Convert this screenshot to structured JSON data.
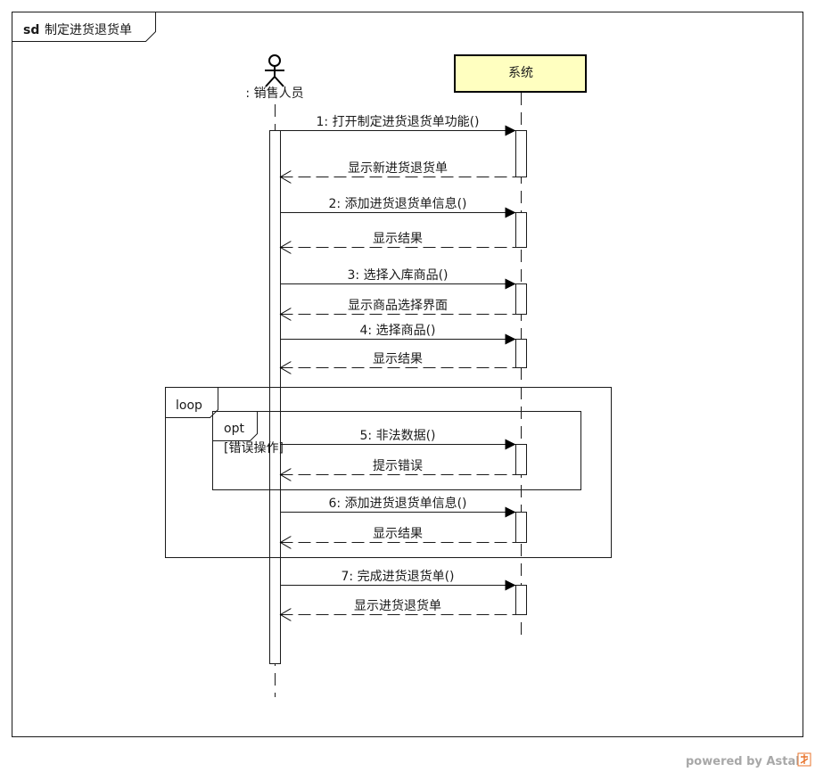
{
  "diagram": {
    "frame_keyword": "sd",
    "title": "制定进货退货单"
  },
  "participants": {
    "actor": {
      "name": ": 销售人员"
    },
    "system": {
      "name": "系统"
    }
  },
  "fragments": {
    "loop": {
      "keyword": "loop"
    },
    "opt": {
      "keyword": "opt",
      "guard": "[错误操作]"
    }
  },
  "messages": [
    {
      "label": "1: 打开制定进货退货单功能()",
      "kind": "call"
    },
    {
      "label": "显示新进货退货单",
      "kind": "reply"
    },
    {
      "label": "2: 添加进货退货单信息()",
      "kind": "call"
    },
    {
      "label": "显示结果",
      "kind": "reply"
    },
    {
      "label": "3: 选择入库商品()",
      "kind": "call"
    },
    {
      "label": "显示商品选择界面",
      "kind": "reply"
    },
    {
      "label": "4: 选择商品()",
      "kind": "call"
    },
    {
      "label": "显示结果",
      "kind": "reply"
    },
    {
      "label": "5: 非法数据()",
      "kind": "call"
    },
    {
      "label": "提示错误",
      "kind": "reply"
    },
    {
      "label": "6: 添加进货退货单信息()",
      "kind": "call"
    },
    {
      "label": "显示结果",
      "kind": "reply"
    },
    {
      "label": "7: 完成进货退货单()",
      "kind": "call"
    },
    {
      "label": "显示进货退货单",
      "kind": "reply"
    }
  ],
  "footer": {
    "powered_by": "powered by Astah"
  },
  "colors": {
    "system_box_fill": "#ffffc0",
    "line": "#1a1a1a",
    "watermark": "#a8a8a8",
    "watermark_logo": "#e8742c"
  }
}
